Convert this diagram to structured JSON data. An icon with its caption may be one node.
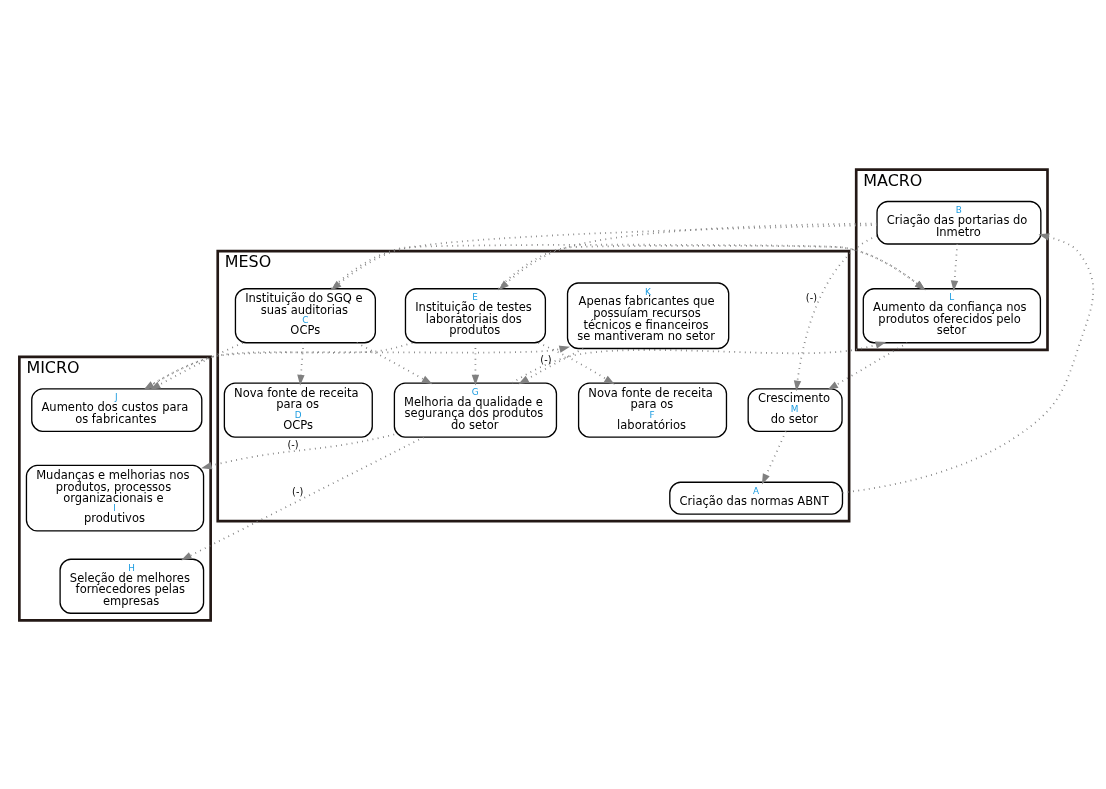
{
  "diagram": {
    "nodes": [
      {
        "text": [
          "MACRO"
        ]
      },
      {
        "text": [
          "B",
          "Criação das portarias do Inmetro"
        ],
        "in": 0
      },
      {
        "text": [
          "L",
          "Aumento da confiança nos produtos oferecidos pelo setor"
        ],
        "in": 0
      },
      {
        "text": [
          "MESO"
        ]
      },
      {
        "text": [
          "A",
          "Criação das normas ABNT"
        ],
        "in": 3
      },
      {
        "text": [
          "Instituição do SGQ e suas auditorias",
          "C",
          "OCPs"
        ],
        "in": 3
      },
      {
        "text": [
          "Nova fonte de receita para os",
          "D",
          "OCPs"
        ],
        "in": 3
      },
      {
        "text": [
          "Crescimento",
          "M",
          "do setor"
        ],
        "in": 3
      },
      {
        "text": [
          "G",
          "Melhoria da qualidade e segurança dos produtos do setor"
        ],
        "in": 3
      },
      {
        "text": [
          "E",
          "Instituição de testes laboratoriais dos produtos"
        ],
        "in": 3
      },
      {
        "text": [
          "Nova fonte de receita para os",
          "F",
          "laboratórios"
        ],
        "in": 3
      },
      {
        "text": [
          "K",
          "Apenas fabricantes que possuíam recursos técnicos e financeiros se mantiveram no setor"
        ],
        "in": 3
      },
      {
        "text": [
          "MICRO"
        ]
      },
      {
        "text": [
          "H",
          "Seleção de melhores fornecedores pelas empresas"
        ],
        "in": 12
      },
      {
        "text": [
          "Mudanças e melhorias nos produtos, processos organizacionais e",
          "I",
          "produtivos"
        ],
        "in": 12
      },
      {
        "text": [
          "J",
          "Aumento dos custos para os fabricantes"
        ],
        "in": 12
      }
    ],
    "edges": [
      {
        "from": 4,
        "to": 1,
        "arrow": "to"
      },
      {
        "from": 1,
        "to": 2,
        "arrow": "to"
      },
      {
        "from": 1,
        "to": 7,
        "arrow": "to",
        "label": "(-)"
      },
      {
        "from": 1,
        "to": 5,
        "arrow": "to"
      },
      {
        "from": 1,
        "to": 9,
        "arrow": "to"
      },
      {
        "from": 5,
        "to": 2,
        "arrow": "to"
      },
      {
        "from": 9,
        "to": 2,
        "arrow": "to"
      },
      {
        "from": 8,
        "to": 2,
        "arrow": "to"
      },
      {
        "from": 2,
        "to": 7,
        "arrow": "to"
      },
      {
        "from": 7,
        "to": 4,
        "arrow": "to"
      },
      {
        "from": 5,
        "to": 6,
        "arrow": "to"
      },
      {
        "from": 5,
        "to": 8,
        "arrow": "to"
      },
      {
        "from": 5,
        "to": 15,
        "arrow": "to"
      },
      {
        "from": 9,
        "to": 8,
        "arrow": "to"
      },
      {
        "from": 9,
        "to": 10,
        "arrow": "to"
      },
      {
        "from": 9,
        "to": 15,
        "arrow": "to"
      },
      {
        "from": 8,
        "to": 13,
        "arrow": "to",
        "label": "(-)"
      },
      {
        "from": 8,
        "to": 14,
        "arrow": "to",
        "label": "(-)"
      },
      {
        "from": 11,
        "to": 8,
        "arrow": "to",
        "label": "(-)"
      },
      {
        "from": 15,
        "to": 11,
        "arrow": "to"
      }
    ]
  }
}
